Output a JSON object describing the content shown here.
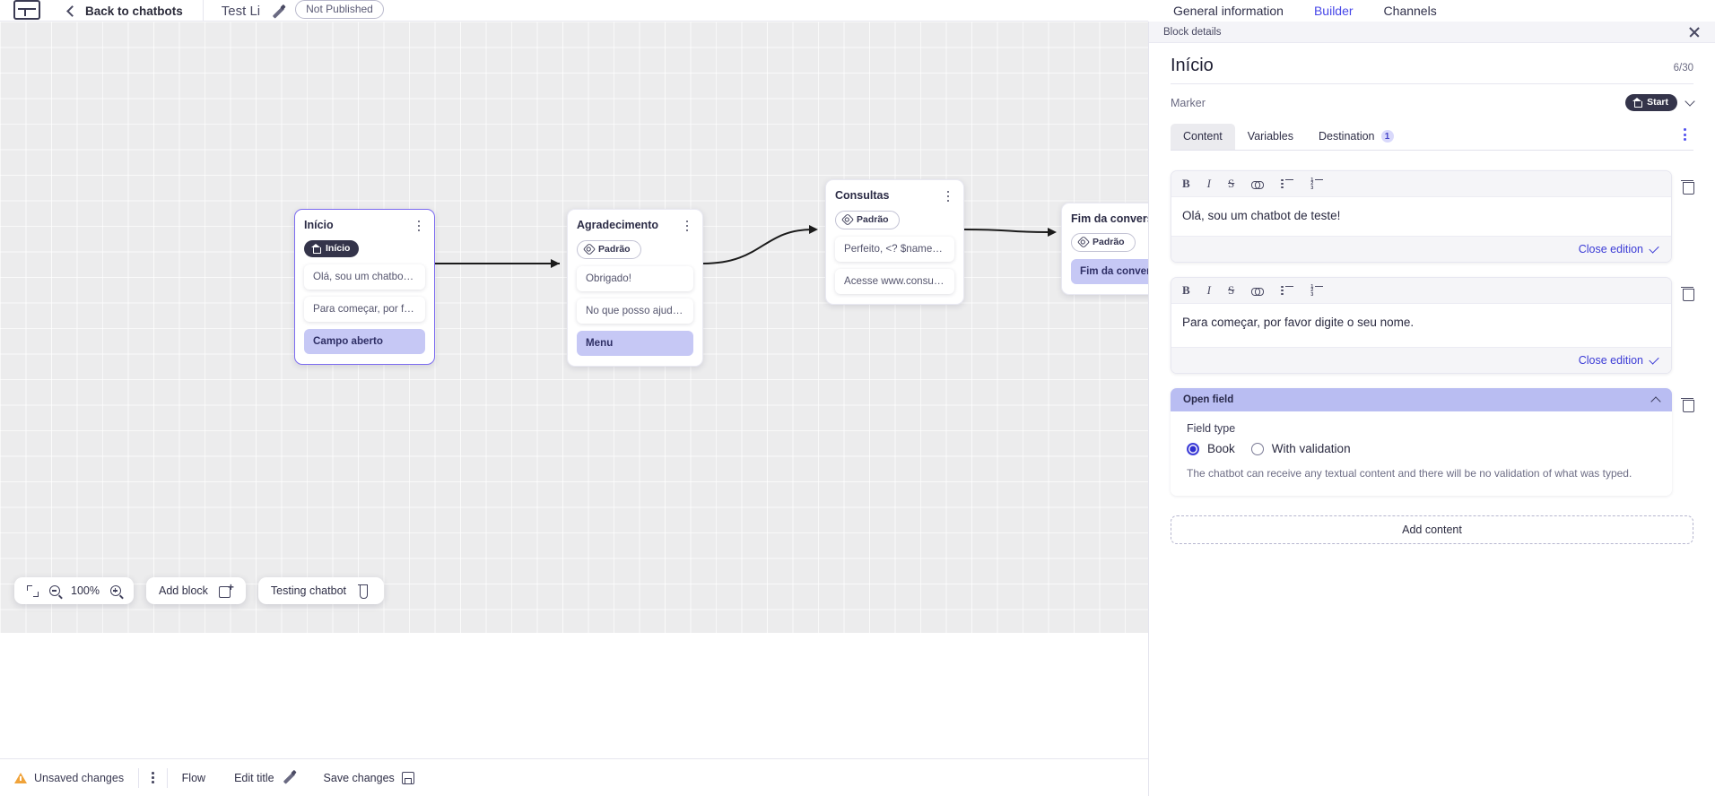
{
  "topbar": {
    "logo_icon": "app-logo-icon",
    "back_label": "Back to chatbots",
    "chatbot_title": "Test Li",
    "edit_icon": "pencil-icon",
    "publish_status": "Not Published"
  },
  "header_tabs": [
    {
      "label": "General information",
      "active": false
    },
    {
      "label": "Builder",
      "active": true
    },
    {
      "label": "Channels",
      "active": false
    }
  ],
  "canvas": {
    "nodes": [
      {
        "title": "Início",
        "tag": "Início",
        "tag_style": "dark",
        "tag_icon": "home-icon",
        "selected": true,
        "rows": [
          {
            "text": "Olá, sou um chatbot de teste!",
            "highlight": false
          },
          {
            "text": "Para começar, por favor digite o ...",
            "highlight": false
          },
          {
            "text": "Campo aberto",
            "highlight": true
          }
        ]
      },
      {
        "title": "Agradecimento",
        "tag": "Padrão",
        "tag_style": "light",
        "tag_icon": "tag-icon",
        "selected": false,
        "rows": [
          {
            "text": "Obrigado!",
            "highlight": false
          },
          {
            "text": "No que posso ajudar, <? $name ...",
            "highlight": false
          },
          {
            "text": "Menu",
            "highlight": true
          }
        ]
      },
      {
        "title": "Consultas",
        "tag": "Padrão",
        "tag_style": "light",
        "tag_icon": "tag-icon",
        "selected": false,
        "rows": [
          {
            "text": "Perfeito, <? $name ?>!",
            "highlight": false
          },
          {
            "text": "Acesse www.consultas.com par...",
            "highlight": false
          }
        ]
      },
      {
        "title": "Fim da conversa",
        "tag": "Padrão",
        "tag_style": "light",
        "tag_icon": "tag-icon",
        "selected": false,
        "rows": [
          {
            "text": "Fim da conversa",
            "highlight": true
          }
        ]
      }
    ]
  },
  "bottom_tools": {
    "fit_icon": "fit-screen-icon",
    "zoom_out_icon": "zoom-out-icon",
    "zoom_level": "100%",
    "zoom_in_icon": "zoom-in-icon",
    "add_block_label": "Add block",
    "add_block_icon": "add-block-icon",
    "testing_label": "Testing chatbot",
    "testing_icon": "flask-icon"
  },
  "statusbar": {
    "unsaved_label": "Unsaved changes",
    "warn_icon": "warning-icon",
    "kebab_icon": "more-options-icon",
    "flow_label": "Flow",
    "edit_title_label": "Edit title",
    "edit_title_icon": "pencil-icon",
    "save_label": "Save changes",
    "save_icon": "save-icon"
  },
  "panel": {
    "bar_title": "Block details",
    "close_icon": "close-icon",
    "title": "Início",
    "counter": "6/30",
    "marker_label": "Marker",
    "marker_value": "Start",
    "marker_icon": "home-icon",
    "marker_chevron": "chevron-down-icon",
    "tabs": [
      {
        "label": "Content",
        "active": true,
        "badge": ""
      },
      {
        "label": "Variables",
        "active": false,
        "badge": ""
      },
      {
        "label": "Destination",
        "active": false,
        "badge": "1"
      }
    ],
    "tabs_kebab_icon": "more-options-icon",
    "editor_toolbar": {
      "bold": "B",
      "italic": "I",
      "strike": "S",
      "link_icon": "link-icon",
      "bullet_list_icon": "bullet-list-icon",
      "numbered_list_icon": "numbered-list-icon"
    },
    "editors": [
      {
        "text": "Olá, sou um chatbot de teste!",
        "close_label": "Close edition",
        "delete_icon": "trash-icon"
      },
      {
        "text": "Para começar, por favor digite o seu nome.",
        "close_label": "Close edition",
        "delete_icon": "trash-icon"
      }
    ],
    "open_field": {
      "header": "Open field",
      "collapse_icon": "chevron-up-icon",
      "delete_icon": "trash-icon",
      "field_type_label": "Field type",
      "options": [
        {
          "label": "Book",
          "selected": true
        },
        {
          "label": "With validation",
          "selected": false
        }
      ],
      "help_text": "The chatbot can receive any textual content and there will be no validation of what was typed."
    },
    "add_content_label": "Add content"
  },
  "colors": {
    "accent": "#4747e8",
    "selected_node_border": "#7c6cf0",
    "highlight_row": "#c6c8f5",
    "open_field_header": "#b9bdf2",
    "dark_tag": "#34344a"
  }
}
